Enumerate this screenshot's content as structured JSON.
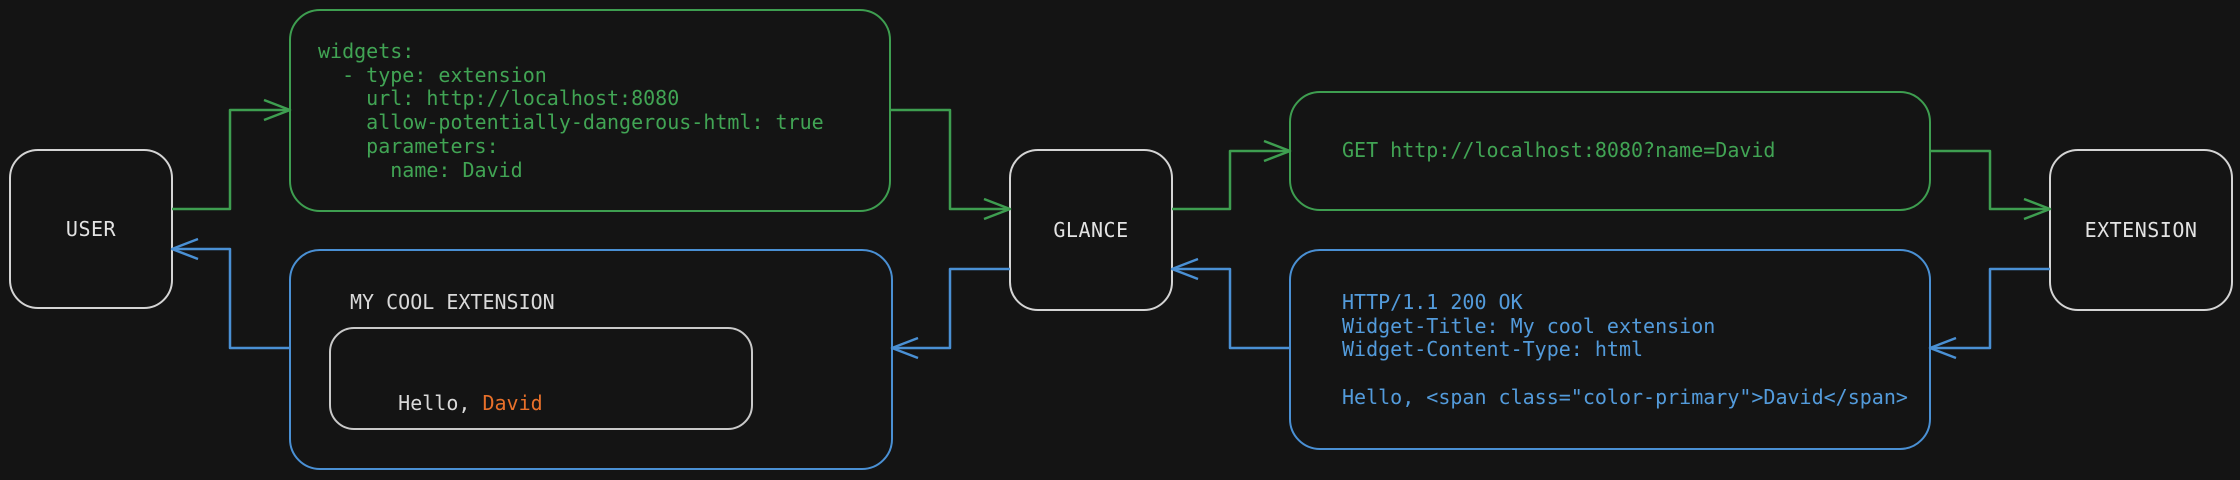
{
  "diagram": {
    "background": "#141414",
    "colors": {
      "request_flow_green": "#3E9E50",
      "response_flow_blue": "#4A90D4",
      "highlight_orange": "#E8702A",
      "text_grey": "#D9D9D9",
      "node_border_white": "#D4D4D4"
    },
    "nodes": {
      "user": {
        "label": "USER"
      },
      "glance": {
        "label": "GLANCE"
      },
      "extension": {
        "label": "EXTENSION"
      }
    },
    "config_box": {
      "code": "widgets:\n  - type: extension\n    url: http://localhost:8080\n    allow-potentially-dangerous-html: true\n    parameters:\n      name: David"
    },
    "request_box": {
      "text": "GET http://localhost:8080?name=David"
    },
    "response_box": {
      "code": "HTTP/1.1 200 OK\nWidget-Title: My cool extension\nWidget-Content-Type: html\n\nHello, <span class=\"color-primary\">David</span>"
    },
    "widget_box": {
      "title": "MY COOL EXTENSION",
      "greeting_prefix": "Hello, ",
      "greeting_name": "David"
    },
    "edges": [
      {
        "from": "user",
        "to": "config_box",
        "color": "green"
      },
      {
        "from": "config_box",
        "to": "glance",
        "color": "green"
      },
      {
        "from": "glance",
        "to": "request_box",
        "color": "green"
      },
      {
        "from": "request_box",
        "to": "extension",
        "color": "green"
      },
      {
        "from": "extension",
        "to": "response_box",
        "color": "blue"
      },
      {
        "from": "response_box",
        "to": "glance",
        "color": "blue"
      },
      {
        "from": "glance",
        "to": "widget_box",
        "color": "blue"
      },
      {
        "from": "widget_box",
        "to": "user",
        "color": "blue"
      }
    ]
  }
}
